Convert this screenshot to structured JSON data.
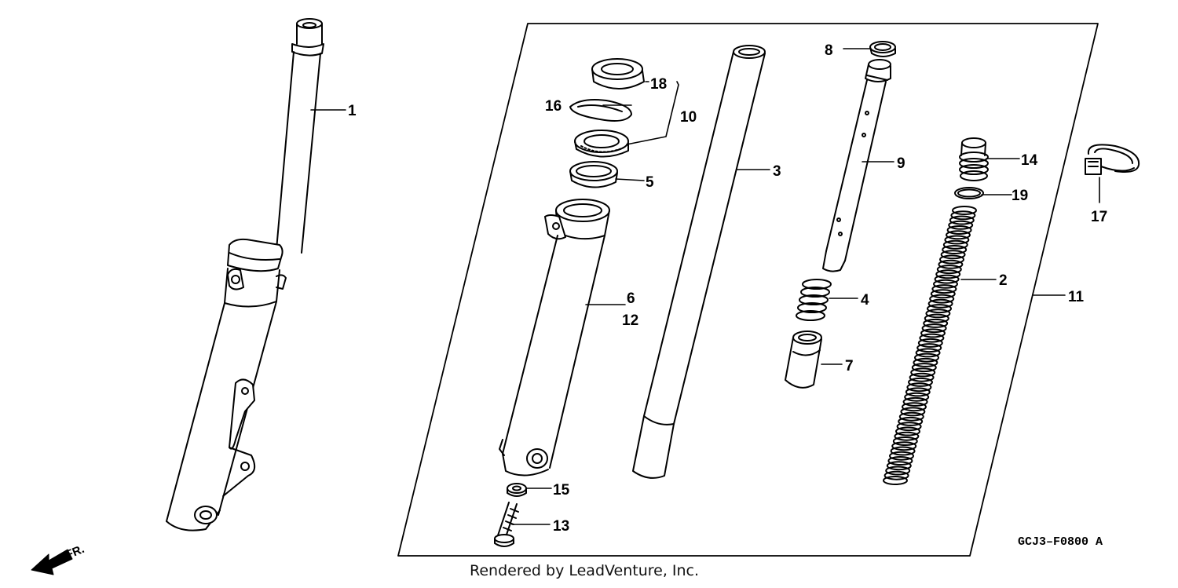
{
  "diagram": {
    "code": "GCJ3–F0800 A",
    "direction_label": "FR.",
    "credit": "Rendered by LeadVenture, Inc.",
    "callouts": {
      "p1": "1",
      "p2": "2",
      "p3": "3",
      "p4": "4",
      "p5": "5",
      "p6": "6",
      "p7": "7",
      "p8": "8",
      "p9": "9",
      "p10": "10",
      "p11": "11",
      "p12": "12",
      "p13": "13",
      "p14": "14",
      "p15": "15",
      "p16": "16",
      "p17": "17",
      "p18": "18",
      "p19": "19"
    }
  }
}
